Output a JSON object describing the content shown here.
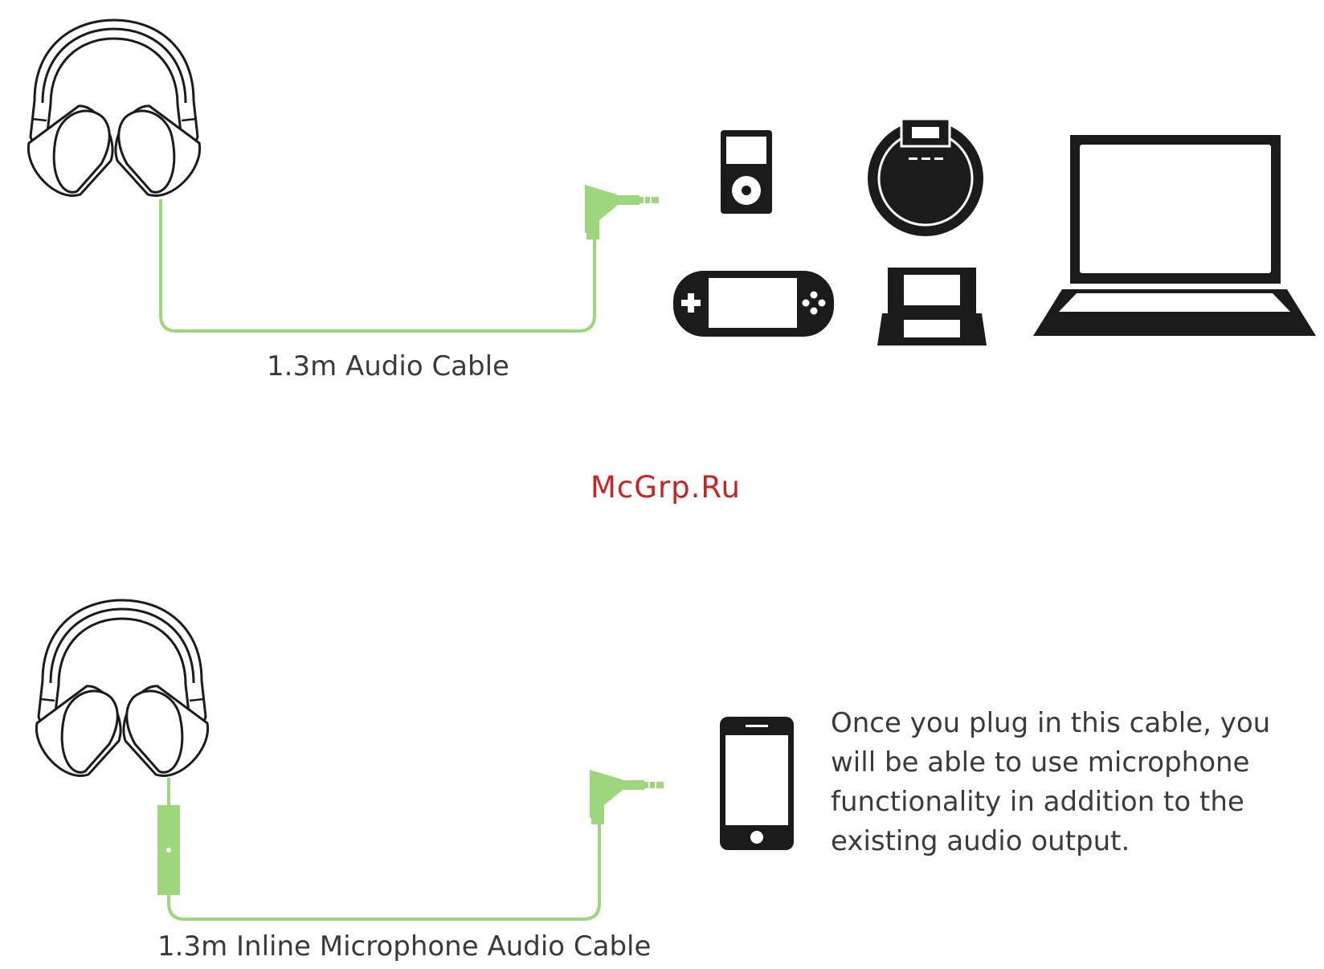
{
  "diagram": {
    "cable_color": "#9dd67c",
    "icon_color": "#1b1b1b",
    "watermark_color": "#cc2222",
    "top_section": {
      "cable_label": "1.3m Audio Cable",
      "devices": [
        "media-player-icon",
        "handheld-console-icon",
        "speaker-dock-icon",
        "portable-console-icon",
        "laptop-icon"
      ]
    },
    "watermark": "McGrp.Ru",
    "bottom_section": {
      "cable_label": "1.3m Inline Microphone Audio Cable",
      "device": "smartphone-icon",
      "description_lines": [
        "Once you plug in this cable, you",
        "will be able to use microphone",
        "functionality in addition to the",
        "existing audio output."
      ]
    }
  }
}
